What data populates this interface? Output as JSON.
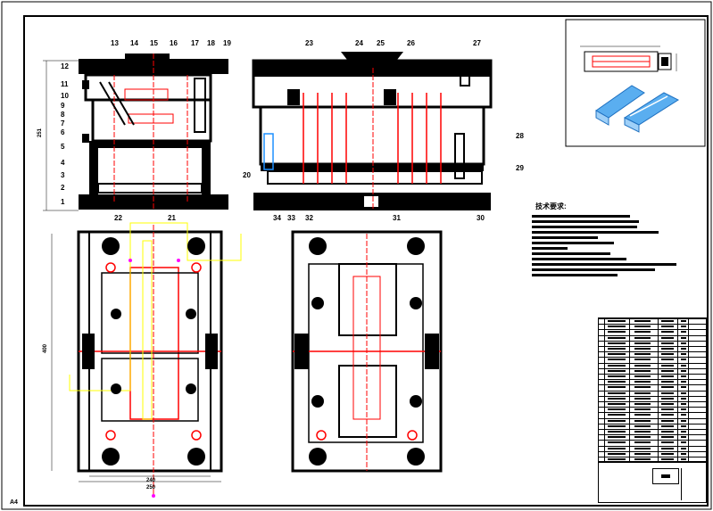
{
  "drawing": {
    "section_part_numbers_left": [
      "13",
      "14",
      "15",
      "16",
      "17",
      "18",
      "19"
    ],
    "side_part_numbers_left": [
      "12",
      "11",
      "10",
      "9",
      "8",
      "7",
      "6",
      "5",
      "4",
      "3",
      "2",
      "1"
    ],
    "bottom_part_numbers_left": [
      "22",
      "21"
    ],
    "section_part_numbers_right": [
      "23",
      "24",
      "25",
      "26",
      "27"
    ],
    "side_part_numbers_right": [
      "28",
      "29",
      "20"
    ],
    "bottom_part_numbers_right": [
      "34",
      "33",
      "32",
      "31",
      "30"
    ],
    "dimensions": {
      "section_height": "251",
      "plan_height": "400",
      "plan_width_inner": "240",
      "plan_width_outer": "250"
    },
    "notes_title": "技术要求:",
    "corner_mark": "A4",
    "colors": {
      "line": "#000000",
      "center": "#ff0000",
      "aux": "#ffff00",
      "marker": "#ff00ff",
      "part": "#1e90ff"
    }
  }
}
